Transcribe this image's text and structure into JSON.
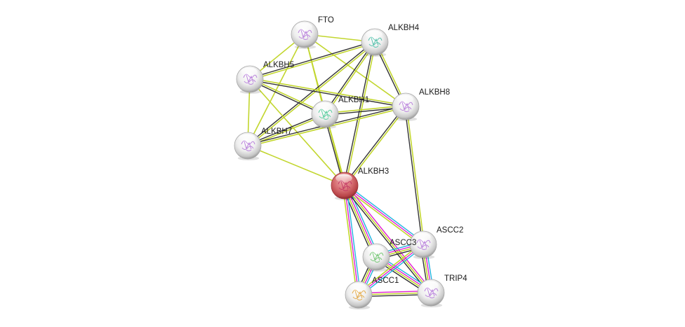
{
  "network": {
    "center_protein": "ALKBH3",
    "edge_colors": {
      "textmining": "#c2d62e",
      "coexpression": "#333333",
      "experiments": "#e020d0",
      "databases": "#22b4e0"
    },
    "node_colors": {
      "query": "#cf5a5e",
      "neighbor": "#e6e6e6"
    },
    "nodes": [
      {
        "id": "FTO",
        "label": "FTO",
        "type": "neighbor",
        "structure_tint": "#b070d8"
      },
      {
        "id": "ALKBH4",
        "label": "ALKBH4",
        "type": "neighbor",
        "structure_tint": "#3cb8a0"
      },
      {
        "id": "ALKBH5",
        "label": "ALKBH5",
        "type": "neighbor",
        "structure_tint": "#b070d8"
      },
      {
        "id": "ALKBH1",
        "label": "ALKBH1",
        "type": "neighbor",
        "structure_tint": "#40c890"
      },
      {
        "id": "ALKBH8",
        "label": "ALKBH8",
        "type": "neighbor",
        "structure_tint": "#b070d8"
      },
      {
        "id": "ALKBH7",
        "label": "ALKBH7",
        "type": "neighbor",
        "structure_tint": "#b070d8"
      },
      {
        "id": "ALKBH3",
        "label": "ALKBH3",
        "type": "query",
        "structure_tint": "#c03060"
      },
      {
        "id": "ASCC2",
        "label": "ASCC2",
        "type": "neighbor",
        "structure_tint": "#b070d8"
      },
      {
        "id": "ASCC3",
        "label": "ASCC3",
        "type": "neighbor",
        "structure_tint": "#60c060"
      },
      {
        "id": "ASCC1",
        "label": "ASCC1",
        "type": "neighbor",
        "structure_tint": "#e0a030"
      },
      {
        "id": "TRIP4",
        "label": "TRIP4",
        "type": "neighbor",
        "structure_tint": "#b070d8"
      }
    ],
    "edges": [
      {
        "source": "FTO",
        "target": "ALKBH4",
        "evidence": [
          "textmining"
        ]
      },
      {
        "source": "FTO",
        "target": "ALKBH5",
        "evidence": [
          "textmining"
        ]
      },
      {
        "source": "FTO",
        "target": "ALKBH7",
        "evidence": [
          "textmining"
        ]
      },
      {
        "source": "FTO",
        "target": "ALKBH1",
        "evidence": [
          "textmining"
        ]
      },
      {
        "source": "FTO",
        "target": "ALKBH8",
        "evidence": [
          "textmining"
        ]
      },
      {
        "source": "FTO",
        "target": "ALKBH3",
        "evidence": [
          "textmining"
        ]
      },
      {
        "source": "ALKBH4",
        "target": "ALKBH5",
        "evidence": [
          "textmining",
          "coexpression"
        ]
      },
      {
        "source": "ALKBH4",
        "target": "ALKBH1",
        "evidence": [
          "textmining",
          "coexpression"
        ]
      },
      {
        "source": "ALKBH4",
        "target": "ALKBH7",
        "evidence": [
          "textmining",
          "coexpression"
        ]
      },
      {
        "source": "ALKBH4",
        "target": "ALKBH8",
        "evidence": [
          "textmining",
          "coexpression"
        ]
      },
      {
        "source": "ALKBH4",
        "target": "ALKBH3",
        "evidence": [
          "textmining",
          "coexpression"
        ]
      },
      {
        "source": "ALKBH5",
        "target": "ALKBH1",
        "evidence": [
          "textmining",
          "coexpression"
        ]
      },
      {
        "source": "ALKBH5",
        "target": "ALKBH8",
        "evidence": [
          "textmining",
          "coexpression"
        ]
      },
      {
        "source": "ALKBH5",
        "target": "ALKBH7",
        "evidence": [
          "textmining"
        ]
      },
      {
        "source": "ALKBH5",
        "target": "ALKBH3",
        "evidence": [
          "textmining"
        ]
      },
      {
        "source": "ALKBH1",
        "target": "ALKBH8",
        "evidence": [
          "textmining",
          "coexpression"
        ]
      },
      {
        "source": "ALKBH1",
        "target": "ALKBH7",
        "evidence": [
          "textmining",
          "coexpression"
        ]
      },
      {
        "source": "ALKBH1",
        "target": "ALKBH3",
        "evidence": [
          "textmining",
          "coexpression"
        ]
      },
      {
        "source": "ALKBH8",
        "target": "ALKBH7",
        "evidence": [
          "textmining",
          "coexpression"
        ]
      },
      {
        "source": "ALKBH8",
        "target": "ALKBH3",
        "evidence": [
          "textmining",
          "coexpression"
        ]
      },
      {
        "source": "ALKBH8",
        "target": "ASCC2",
        "evidence": [
          "textmining",
          "coexpression"
        ]
      },
      {
        "source": "ALKBH7",
        "target": "ALKBH3",
        "evidence": [
          "textmining"
        ]
      },
      {
        "source": "ALKBH3",
        "target": "ASCC2",
        "evidence": [
          "textmining",
          "experiments",
          "databases"
        ]
      },
      {
        "source": "ALKBH3",
        "target": "ASCC3",
        "evidence": [
          "textmining",
          "experiments",
          "databases",
          "coexpression"
        ]
      },
      {
        "source": "ALKBH3",
        "target": "ASCC1",
        "evidence": [
          "textmining",
          "experiments",
          "databases"
        ]
      },
      {
        "source": "ALKBH3",
        "target": "TRIP4",
        "evidence": [
          "textmining",
          "experiments",
          "coexpression"
        ]
      },
      {
        "source": "ASCC3",
        "target": "ASCC2",
        "evidence": [
          "textmining",
          "experiments",
          "databases",
          "coexpression"
        ]
      },
      {
        "source": "ASCC3",
        "target": "ASCC1",
        "evidence": [
          "textmining",
          "experiments",
          "databases",
          "coexpression"
        ]
      },
      {
        "source": "ASCC3",
        "target": "TRIP4",
        "evidence": [
          "textmining",
          "experiments",
          "databases",
          "coexpression"
        ]
      },
      {
        "source": "ASCC2",
        "target": "ASCC1",
        "evidence": [
          "textmining",
          "experiments",
          "databases"
        ]
      },
      {
        "source": "ASCC2",
        "target": "TRIP4",
        "evidence": [
          "textmining",
          "databases",
          "coexpression",
          "experiments"
        ]
      },
      {
        "source": "ASCC1",
        "target": "TRIP4",
        "evidence": [
          "textmining",
          "experiments",
          "coexpression"
        ]
      }
    ]
  }
}
